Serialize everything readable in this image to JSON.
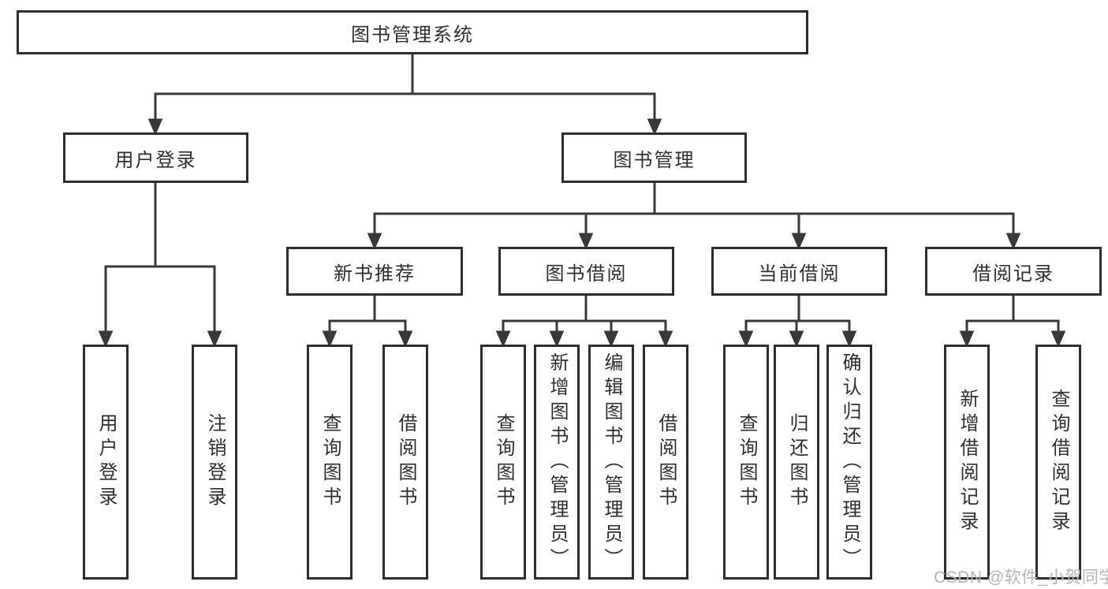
{
  "diagram": {
    "root": {
      "label": "图书管理系统"
    },
    "branches": [
      {
        "label": "用户登录",
        "children": [
          {
            "label": "用户登录"
          },
          {
            "label": "注销登录"
          }
        ]
      },
      {
        "label": "图书管理",
        "groups": [
          {
            "label": "新书推荐",
            "children": [
              {
                "label": "查询图书"
              },
              {
                "label": "借阅图书"
              }
            ]
          },
          {
            "label": "图书借阅",
            "children": [
              {
                "label": "查询图书"
              },
              {
                "label": "新增图书（管理员）"
              },
              {
                "label": "编辑图书（管理员）"
              },
              {
                "label": "借阅图书"
              }
            ]
          },
          {
            "label": "当前借阅",
            "children": [
              {
                "label": "查询图书"
              },
              {
                "label": "归还图书"
              },
              {
                "label": "确认归还（管理员）"
              }
            ]
          },
          {
            "label": "借阅记录",
            "children": [
              {
                "label": "新增借阅记录"
              },
              {
                "label": "查询借阅记录"
              }
            ]
          }
        ]
      }
    ]
  },
  "watermark": {
    "text": "CSDN @软件_小贺同学"
  },
  "colors": {
    "line": "#383838",
    "border": "#2e2e2e",
    "text": "#2f2f2f",
    "watermark": "#b5b5b5"
  }
}
